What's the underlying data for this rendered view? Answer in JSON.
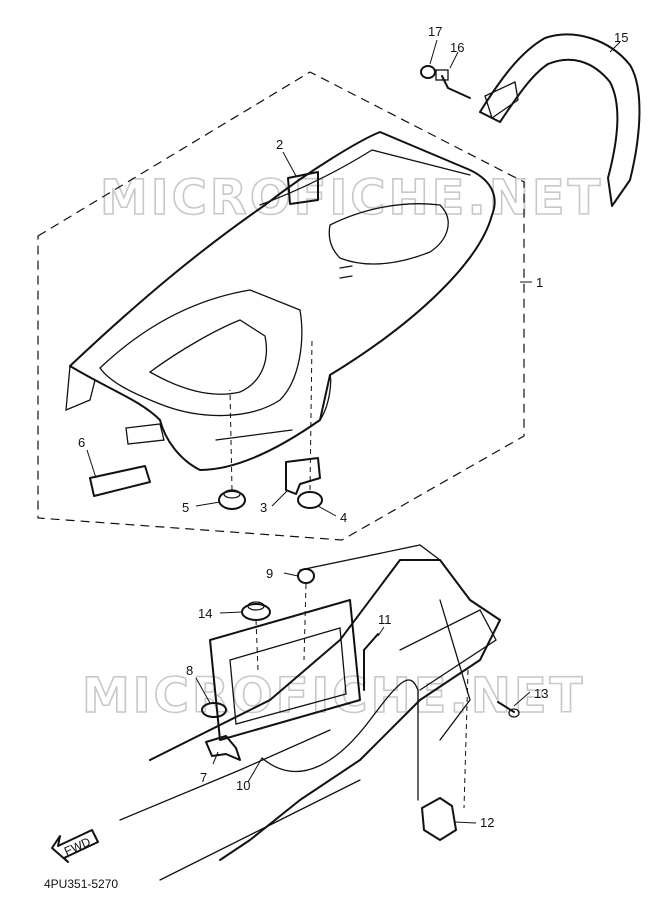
{
  "watermark": {
    "text_top": "MICROFICHE.NET",
    "text_bottom": "MICROFICHE.NET"
  },
  "diagram_code": "4PU351-5270",
  "fwd_label": "FWD",
  "callouts": {
    "c1": "1",
    "c2": "2",
    "c3": "3",
    "c4": "4",
    "c5": "5",
    "c6": "6",
    "c7": "7",
    "c8": "8",
    "c9": "9",
    "c10": "10",
    "c11": "11",
    "c12": "12",
    "c13": "13",
    "c14": "14",
    "c15": "15",
    "c16": "16",
    "c17": "17"
  }
}
